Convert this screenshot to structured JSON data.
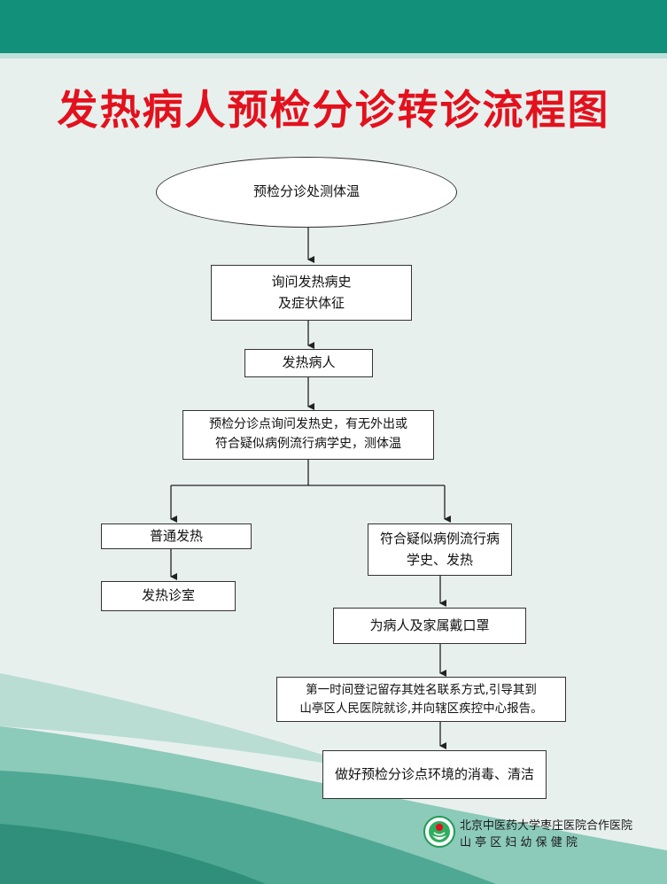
{
  "title": "发热病人预检分诊转诊流程图",
  "colors": {
    "header": "#12907a",
    "title": "#e3111d",
    "background": "#e8f0ee"
  },
  "steps": {
    "start": "预检分诊处测体温",
    "inquire": "询问发热病史\n及症状体征",
    "fever_patient": "发热病人",
    "triage_inquiry": "预检分诊点询问发热史，有无外出或\n符合疑似病例流行病学史，测体温",
    "normal_fever": "普通发热",
    "fever_clinic": "发热诊室",
    "suspected": "符合疑似病例流行病\n学史、发热",
    "mask": "为病人及家属戴口罩",
    "register": "第一时间登记留存其姓名联系方式,引导其到\n山亭区人民医院就诊,并向辖区疾控中心报告。",
    "disinfect": "做好预检分诊点环境的消毒、清洁"
  },
  "logo": {
    "line1": "北京中医药大学枣庄医院合作医院",
    "line2": "山 亭 区 妇 幼 保 健 院",
    "icon": "hospital-emblem-icon"
  }
}
